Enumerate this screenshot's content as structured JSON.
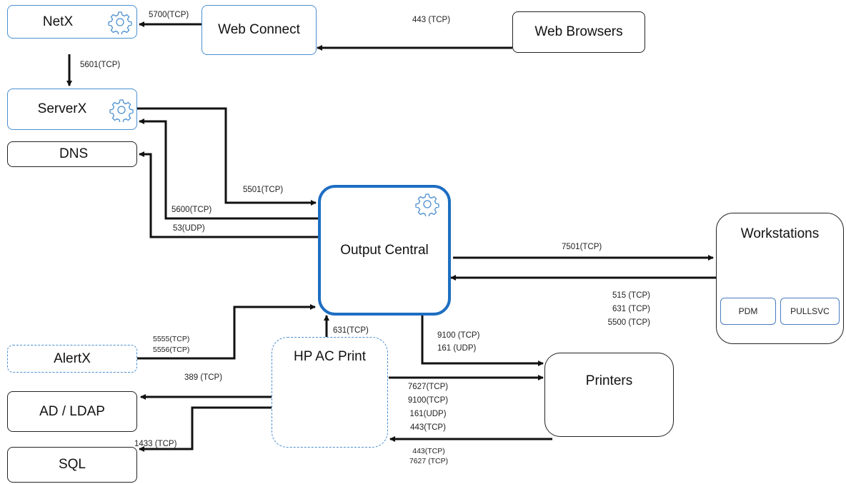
{
  "nodes": {
    "netx": "NetX",
    "web_connect": "Web Connect",
    "web_browsers": "Web Browsers",
    "serverx": "ServerX",
    "dns": "DNS",
    "output_central": "Output Central",
    "workstations": "Workstations",
    "pdm": "PDM",
    "pullsvc": "PULLSVC",
    "alertx": "AlertX",
    "hp_ac_print": "HP AC Print",
    "printers": "Printers",
    "ad_ldap": "AD / LDAP",
    "sql": "SQL"
  },
  "ports": {
    "webconnect_netx": "5700(TCP)",
    "browsers_webconnect": "443 (TCP)",
    "netx_serverx": "5601(TCP)",
    "oc_serverx": "5501(TCP)",
    "serverx_oc": "5600(TCP)",
    "dns": "53(UDP)",
    "oc_workstations": "7501(TCP)",
    "workstations_oc": [
      "515 (TCP)",
      "631 (TCP)",
      "5500 (TCP)"
    ],
    "alertx": [
      "5555(TCP)",
      "5556(TCP)"
    ],
    "hp_oc": "631(TCP)",
    "oc_printers": [
      "9100 (TCP)",
      "161 (UDP)"
    ],
    "ldap": "389 (TCP)",
    "hp_printers": [
      "7627(TCP)",
      "9100(TCP)",
      "161(UDP)",
      "443(TCP)"
    ],
    "printers_hp": [
      "443(TCP)",
      "7627 (TCP)"
    ],
    "sql": "1433 (TCP)"
  },
  "colors": {
    "blue_border": "#4a8fd0",
    "central_border": "#1e6ec2",
    "arrow": "#111111"
  }
}
